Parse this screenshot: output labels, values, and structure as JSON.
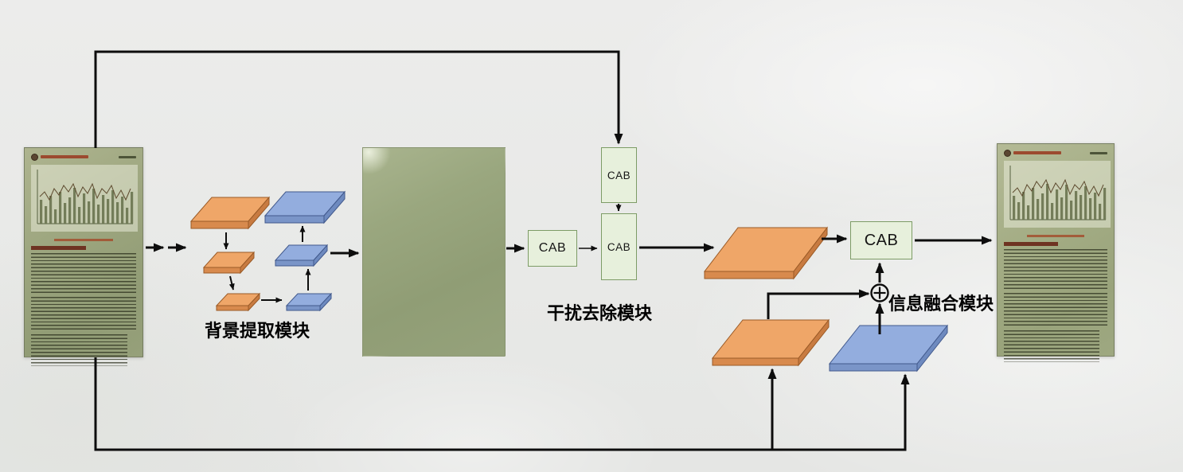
{
  "modules": {
    "background_extraction": {
      "label": "背景提取模块"
    },
    "interference_removal": {
      "label": "干扰去除模块"
    },
    "information_fusion": {
      "label": "信息融合模块"
    }
  },
  "blocks": {
    "cab_top": "CAB",
    "cab_left": "CAB",
    "cab_middle": "CAB",
    "cab_fusion": "CAB",
    "fusion_operator": "⊕"
  },
  "colors": {
    "orange_slab": "#EFA668",
    "blue_slab": "#93ADDE",
    "cab_fill": "#E7F0DC",
    "arrow": "#0D0D0D",
    "background": "#ECECEB"
  }
}
